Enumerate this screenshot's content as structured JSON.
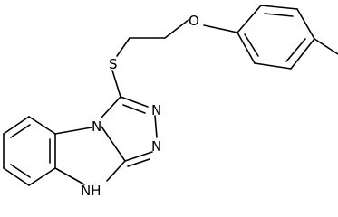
{
  "molecule": {
    "atoms": {
      "sulfur": "S",
      "oxygen": "O",
      "nitrogen_fused": "N",
      "nitrogen_upper": "N",
      "nitrogen_lower": "N",
      "amine_nh": "NH"
    }
  }
}
